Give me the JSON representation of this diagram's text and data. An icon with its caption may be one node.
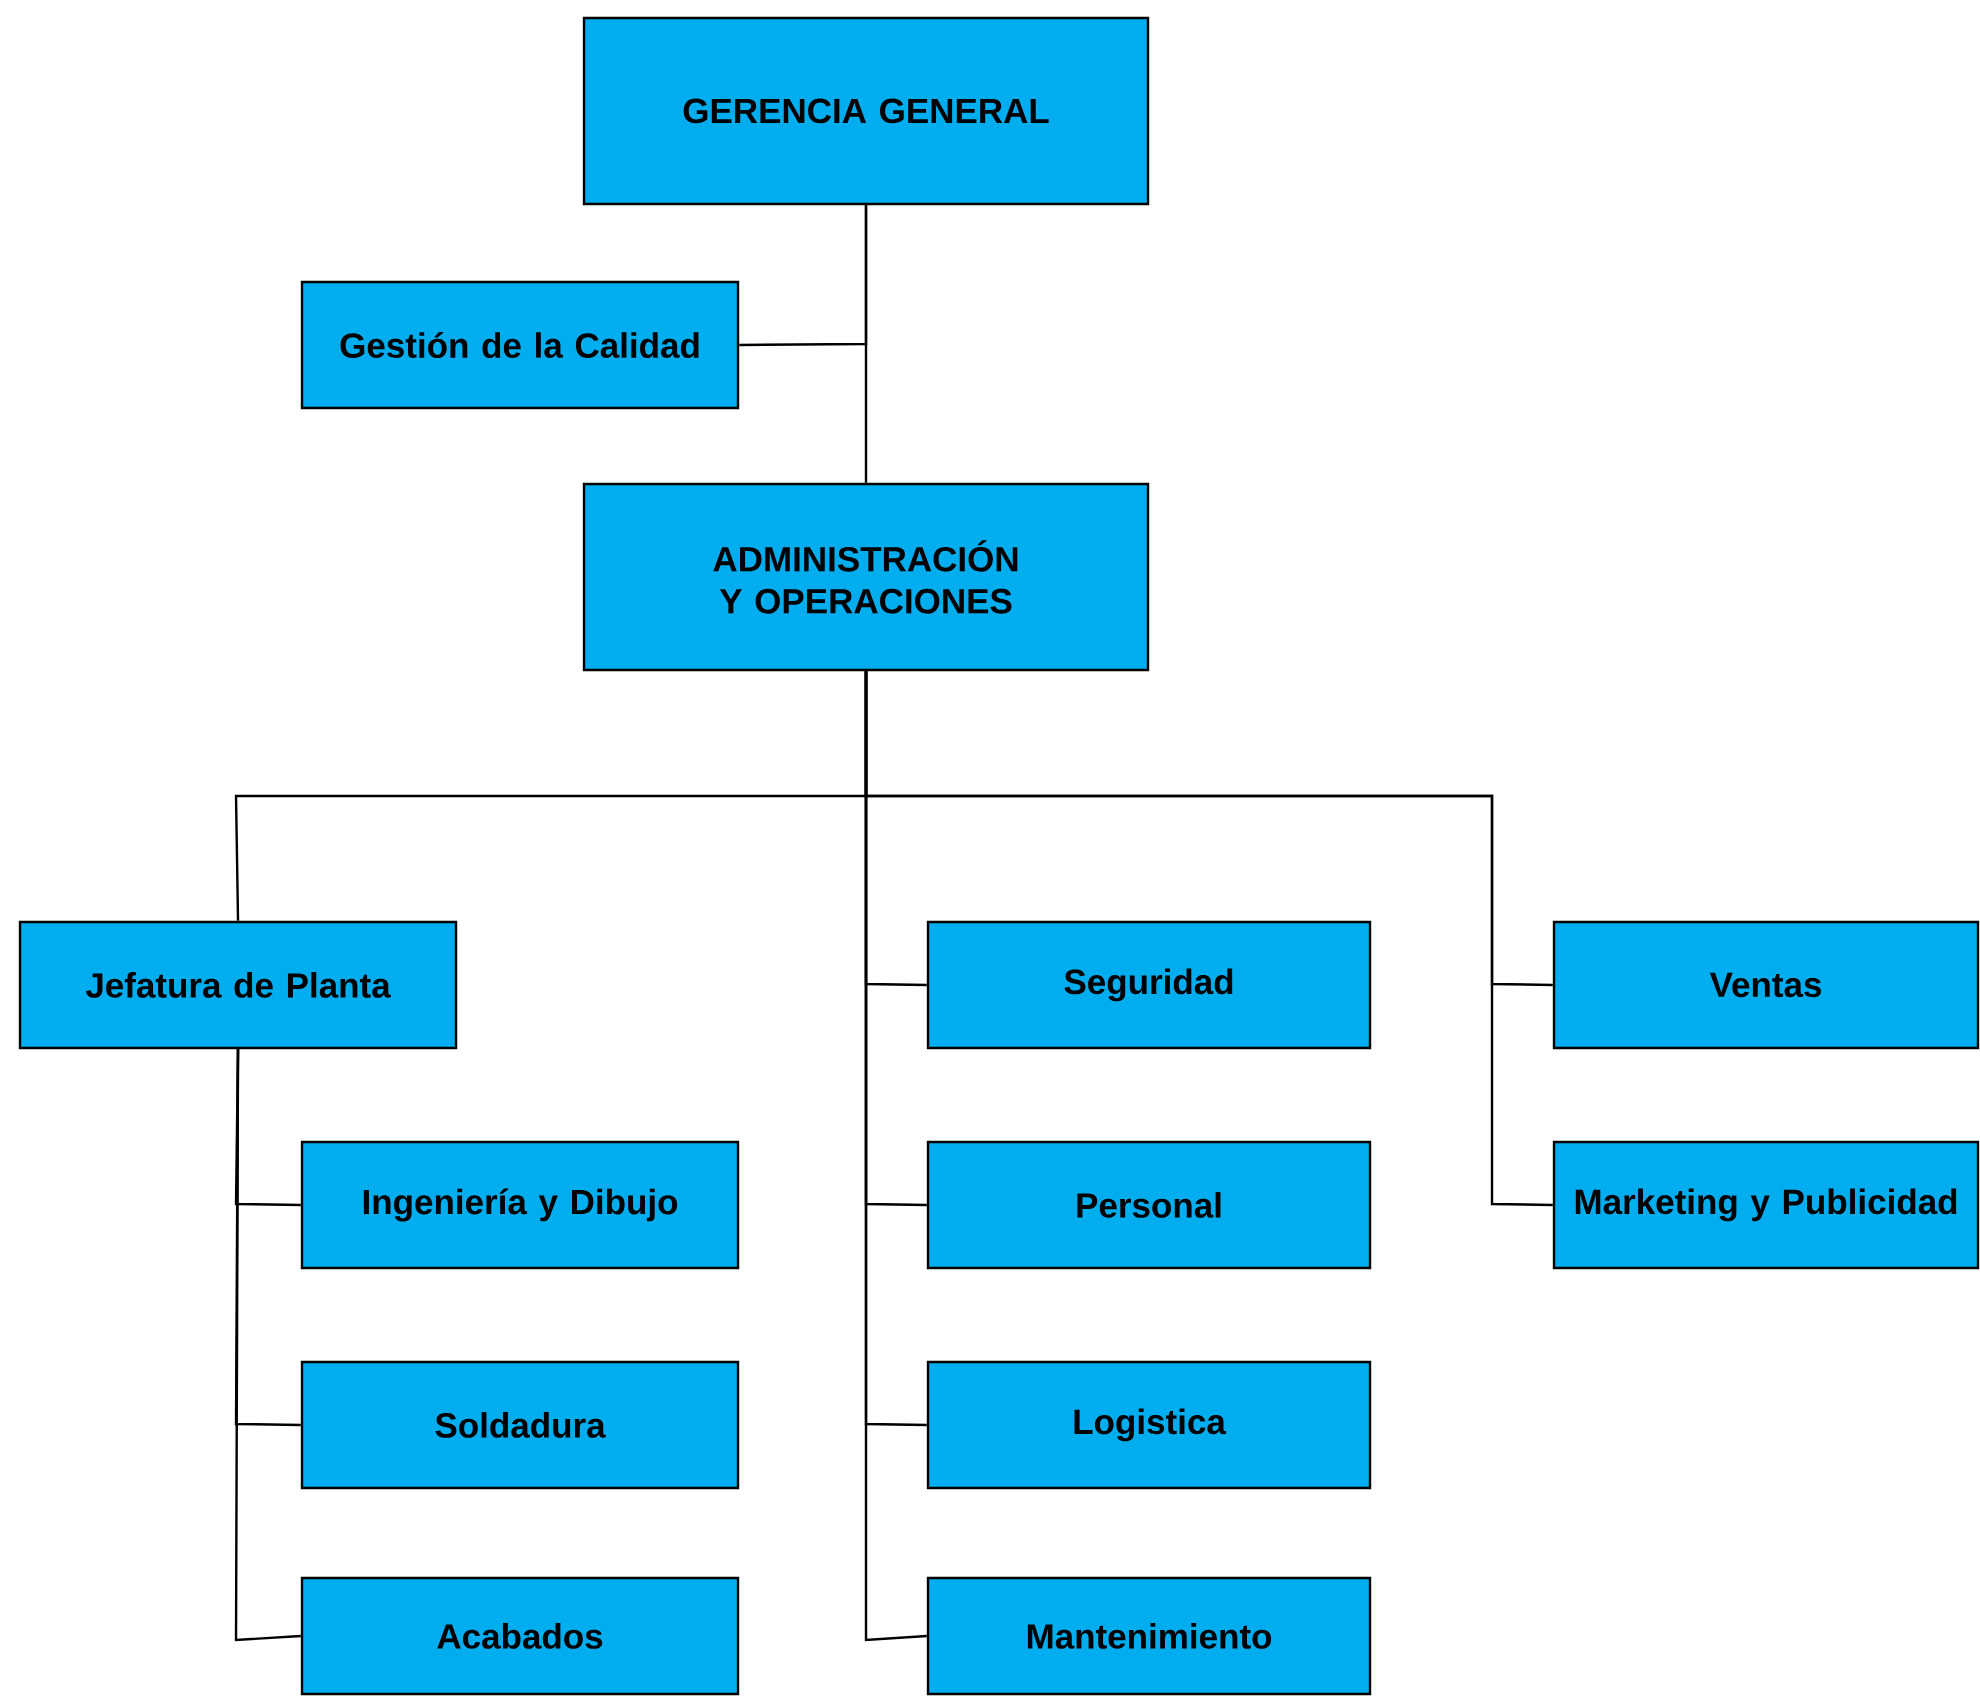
{
  "diagram": {
    "nodes": [
      {
        "text": [
          "GERENCIA GENERAL"
        ]
      },
      {
        "text": [
          "Gestión de la Calidad"
        ]
      },
      {
        "text": [
          "ADMINISTRACIÓN Y OPERACIONES"
        ]
      },
      {
        "text": [
          "Jefatura de Planta"
        ]
      },
      {
        "text": [
          "Ingeniería y Dibujo"
        ]
      },
      {
        "text": [
          "Soldadura"
        ]
      },
      {
        "text": [
          "Acabados"
        ]
      },
      {
        "text": [
          "Seguridad"
        ]
      },
      {
        "text": [
          "Personal"
        ]
      },
      {
        "text": [
          "Logistica"
        ]
      },
      {
        "text": [
          "Mantenimiento"
        ]
      },
      {
        "text": [
          "Ventas"
        ]
      },
      {
        "text": [
          "Marketing y Publicidad"
        ]
      }
    ],
    "edges": [
      {
        "from": 0,
        "to": 2,
        "arrow": "none"
      },
      {
        "from": 0,
        "to": 1,
        "arrow": "none"
      },
      {
        "from": 2,
        "to": 3,
        "arrow": "none"
      },
      {
        "from": 2,
        "to": 7,
        "arrow": "none"
      },
      {
        "from": 2,
        "to": 8,
        "arrow": "none"
      },
      {
        "from": 2,
        "to": 9,
        "arrow": "none"
      },
      {
        "from": 2,
        "to": 10,
        "arrow": "none"
      },
      {
        "from": 2,
        "to": 11,
        "arrow": "none"
      },
      {
        "from": 2,
        "to": 12,
        "arrow": "none"
      },
      {
        "from": 3,
        "to": 4,
        "arrow": "none"
      },
      {
        "from": 3,
        "to": 5,
        "arrow": "none"
      },
      {
        "from": 3,
        "to": 6,
        "arrow": "none"
      }
    ]
  }
}
